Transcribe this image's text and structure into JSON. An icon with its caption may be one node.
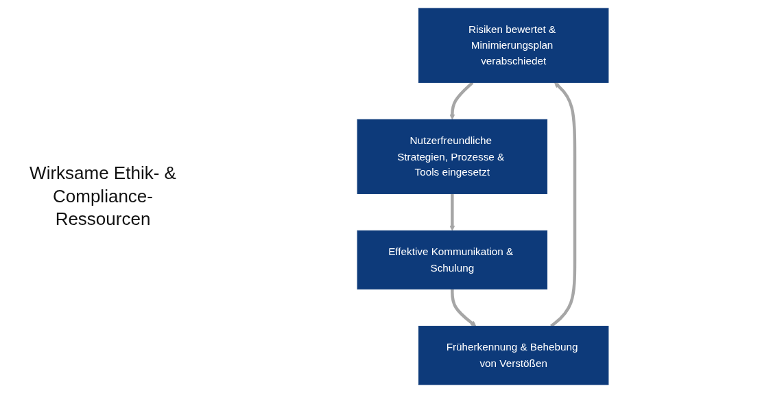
{
  "diagram": {
    "nodes": [
      {
        "text": [
          "Risiken bewertet & Minimierungsplan verabschiedet"
        ]
      },
      {
        "text": [
          "Früherkennung & Behebung von Verstößen"
        ]
      },
      {
        "text": [
          "Nutzerfreundliche Strategien, Prozesse & Tools eingesetzt"
        ]
      },
      {
        "text": [
          "Effektive Kommunikation & Schulung"
        ]
      }
    ],
    "edges": [
      {
        "from": 0,
        "to": 2,
        "arrow": "to"
      },
      {
        "from": 2,
        "to": 3,
        "arrow": "to"
      },
      {
        "from": 3,
        "to": 1,
        "arrow": "to"
      },
      {
        "from": 1,
        "to": 0,
        "arrow": "to"
      }
    ],
    "labels": [
      "Wirksame Ethik- & Compliance-Ressourcen"
    ]
  }
}
